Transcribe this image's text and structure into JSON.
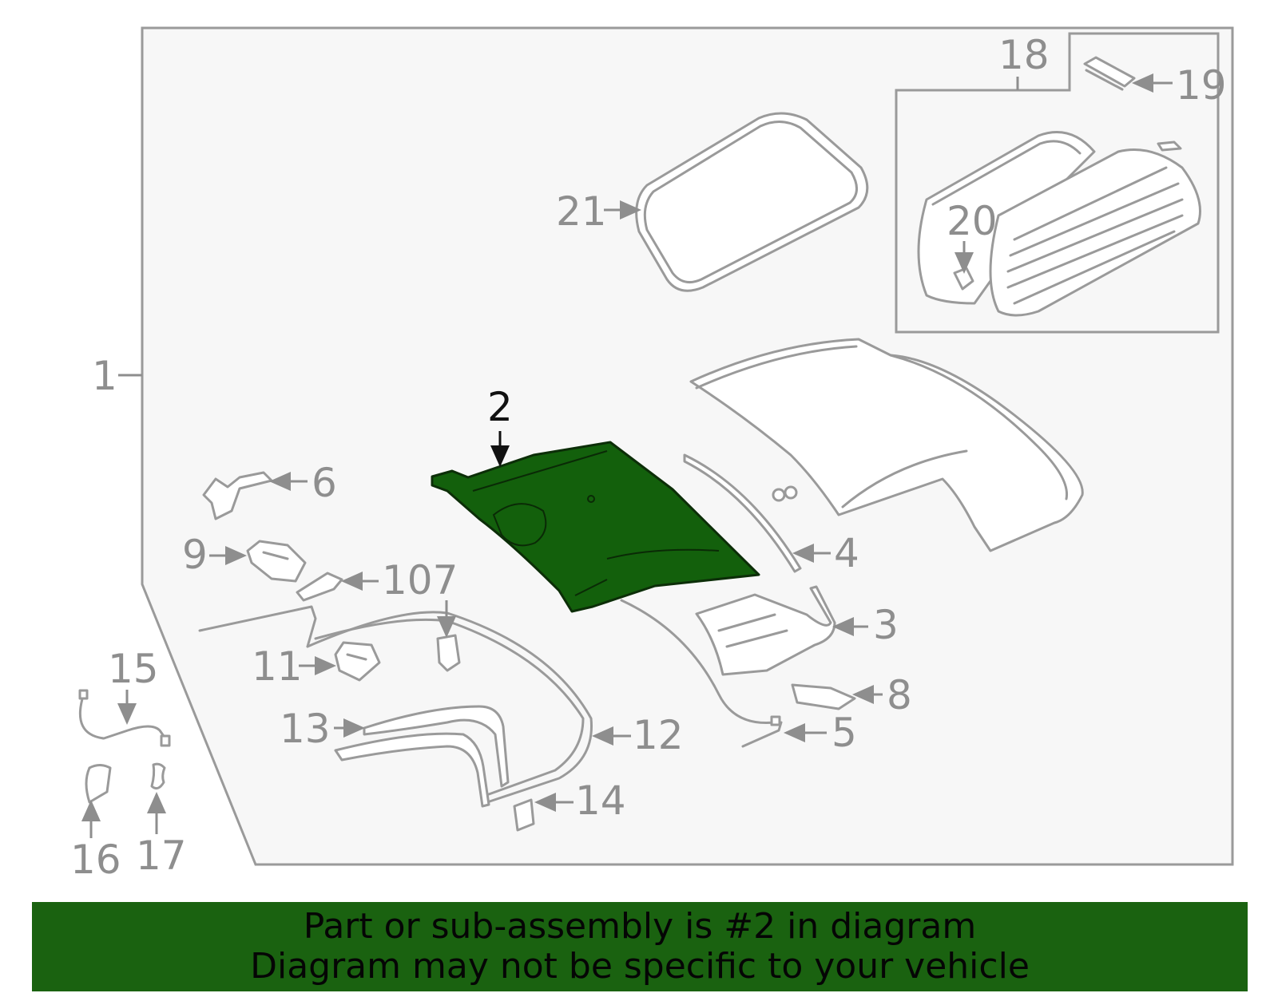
{
  "diagram": {
    "highlight_color": "#13600c",
    "highlighted_part": "2",
    "labels": {
      "p1": "1",
      "p2": "2",
      "p3": "3",
      "p4": "4",
      "p5": "5",
      "p6": "6",
      "p8": "8",
      "p9": "9",
      "p11": "11",
      "p12": "12",
      "p13": "13",
      "p14": "14",
      "p15": "15",
      "p16": "16",
      "p17": "17",
      "p18": "18",
      "p19": "19",
      "p20": "20",
      "p21": "21",
      "p107": "107"
    }
  },
  "banner": {
    "line1": "Part or sub-assembly is #2 in diagram",
    "line2": "Diagram may not be specific to your vehicle",
    "background": "#1a6210"
  }
}
